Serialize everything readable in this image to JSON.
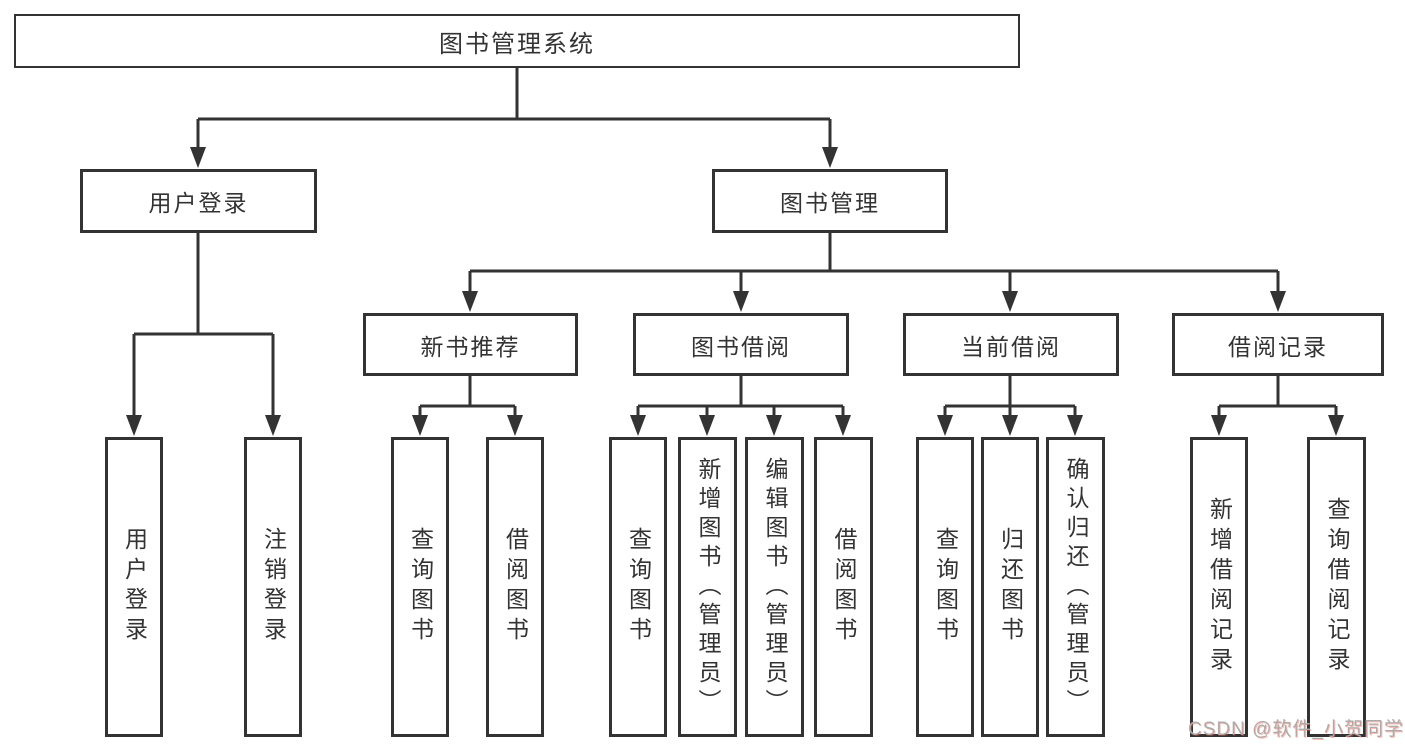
{
  "diagram": {
    "root": {
      "label": "图书管理系统"
    },
    "branches": [
      {
        "label": "用户登录",
        "children": [
          {
            "label": "用户登录"
          },
          {
            "label": "注销登录"
          }
        ]
      },
      {
        "label": "图书管理",
        "groups": [
          {
            "label": "新书推荐",
            "children": [
              {
                "label": "查询图书"
              },
              {
                "label": "借阅图书"
              }
            ]
          },
          {
            "label": "图书借阅",
            "children": [
              {
                "label": "查询图书"
              },
              {
                "label": "新增图书（管理员）"
              },
              {
                "label": "编辑图书（管理员）"
              },
              {
                "label": "借阅图书"
              }
            ]
          },
          {
            "label": "当前借阅",
            "children": [
              {
                "label": "查询图书"
              },
              {
                "label": "归还图书"
              },
              {
                "label": "确认归还（管理员）"
              }
            ]
          },
          {
            "label": "借阅记录",
            "children": [
              {
                "label": "新增借阅记录"
              },
              {
                "label": "查询借阅记录"
              }
            ]
          }
        ]
      }
    ]
  },
  "watermark": {
    "text": "CSDN @软件_小贺同学"
  },
  "colors": {
    "line": "#333333",
    "node_border": "#333333",
    "node_text": "#333333",
    "background": "#ffffff",
    "watermark_text": "#ababab",
    "watermark_shadow": "#fa5a46"
  }
}
